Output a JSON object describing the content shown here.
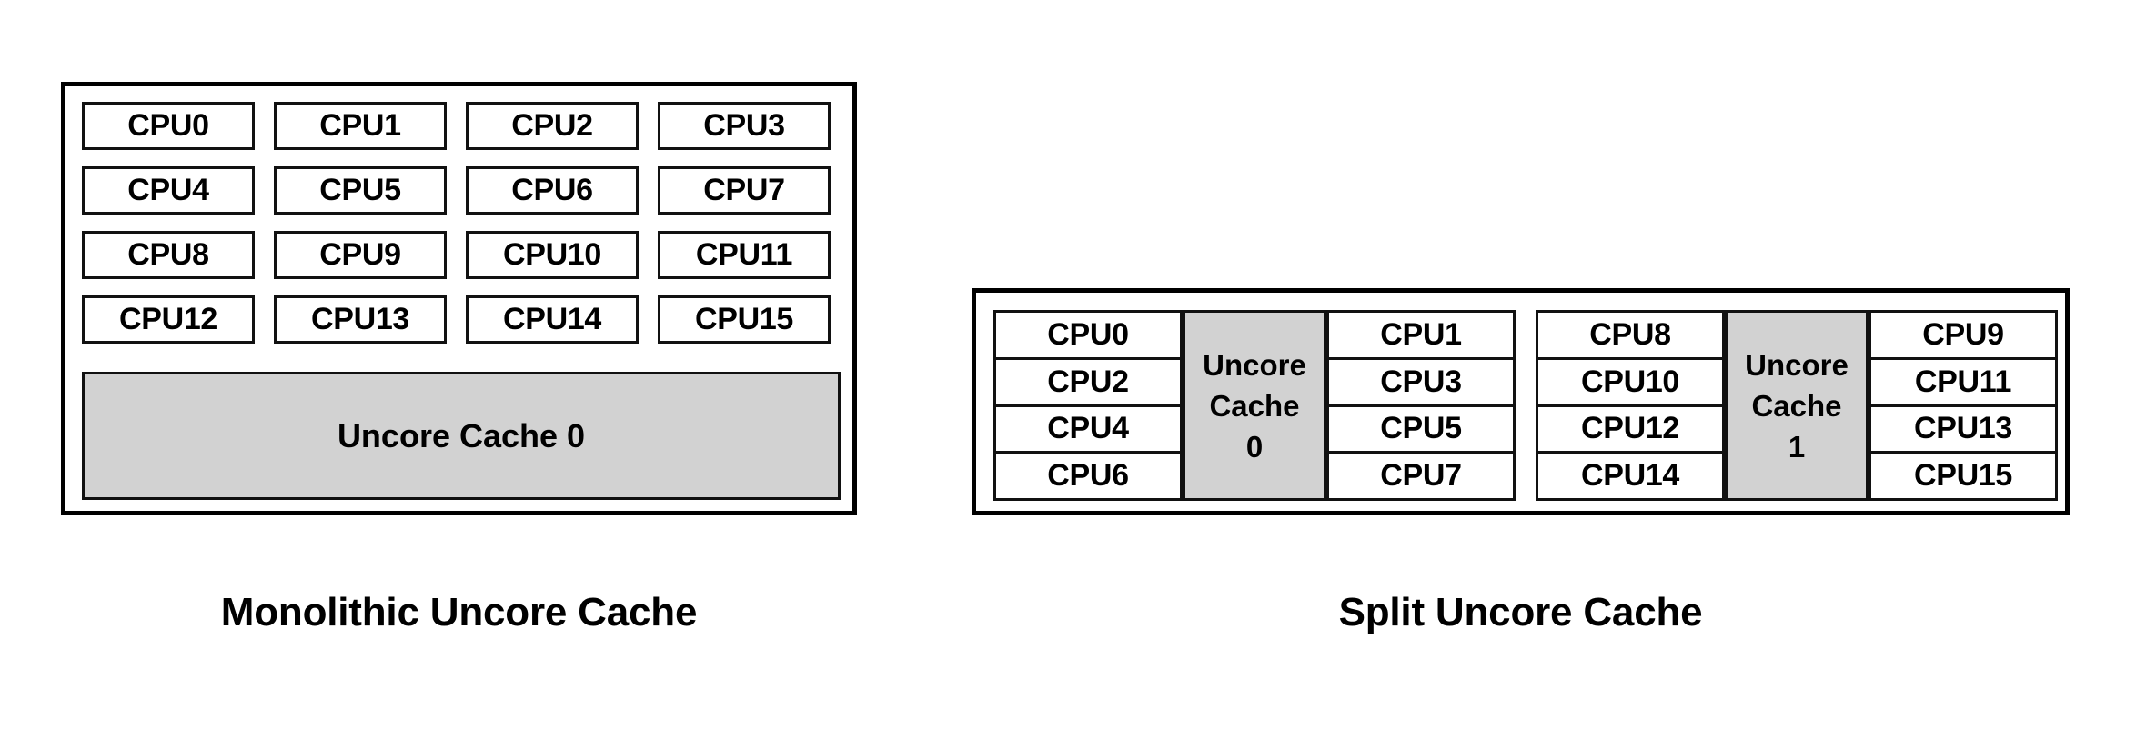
{
  "colors": {
    "cache_fill": "#d2d2d2",
    "box_stroke": "#111111",
    "outer_stroke": "#000000",
    "background": "#ffffff",
    "text": "#000000"
  },
  "diagrams": [
    {
      "id": "monolithic",
      "caption": "Monolithic Uncore Cache",
      "cpu_rows": [
        [
          "CPU0",
          "CPU1",
          "CPU2",
          "CPU3"
        ],
        [
          "CPU4",
          "CPU5",
          "CPU6",
          "CPU7"
        ],
        [
          "CPU8",
          "CPU9",
          "CPU10",
          "CPU11"
        ],
        [
          "CPU12",
          "CPU13",
          "CPU14",
          "CPU15"
        ]
      ],
      "cache_label": "Uncore Cache 0"
    },
    {
      "id": "split",
      "caption": "Split Uncore Cache",
      "clusters": [
        {
          "left_cpus": [
            "CPU0",
            "CPU2",
            "CPU4",
            "CPU6"
          ],
          "cache_lines": [
            "Uncore",
            "Cache",
            "0"
          ],
          "right_cpus": [
            "CPU1",
            "CPU3",
            "CPU5",
            "CPU7"
          ]
        },
        {
          "left_cpus": [
            "CPU8",
            "CPU10",
            "CPU12",
            "CPU14"
          ],
          "cache_lines": [
            "Uncore",
            "Cache",
            "1"
          ],
          "right_cpus": [
            "CPU9",
            "CPU11",
            "CPU13",
            "CPU15"
          ]
        }
      ]
    }
  ]
}
